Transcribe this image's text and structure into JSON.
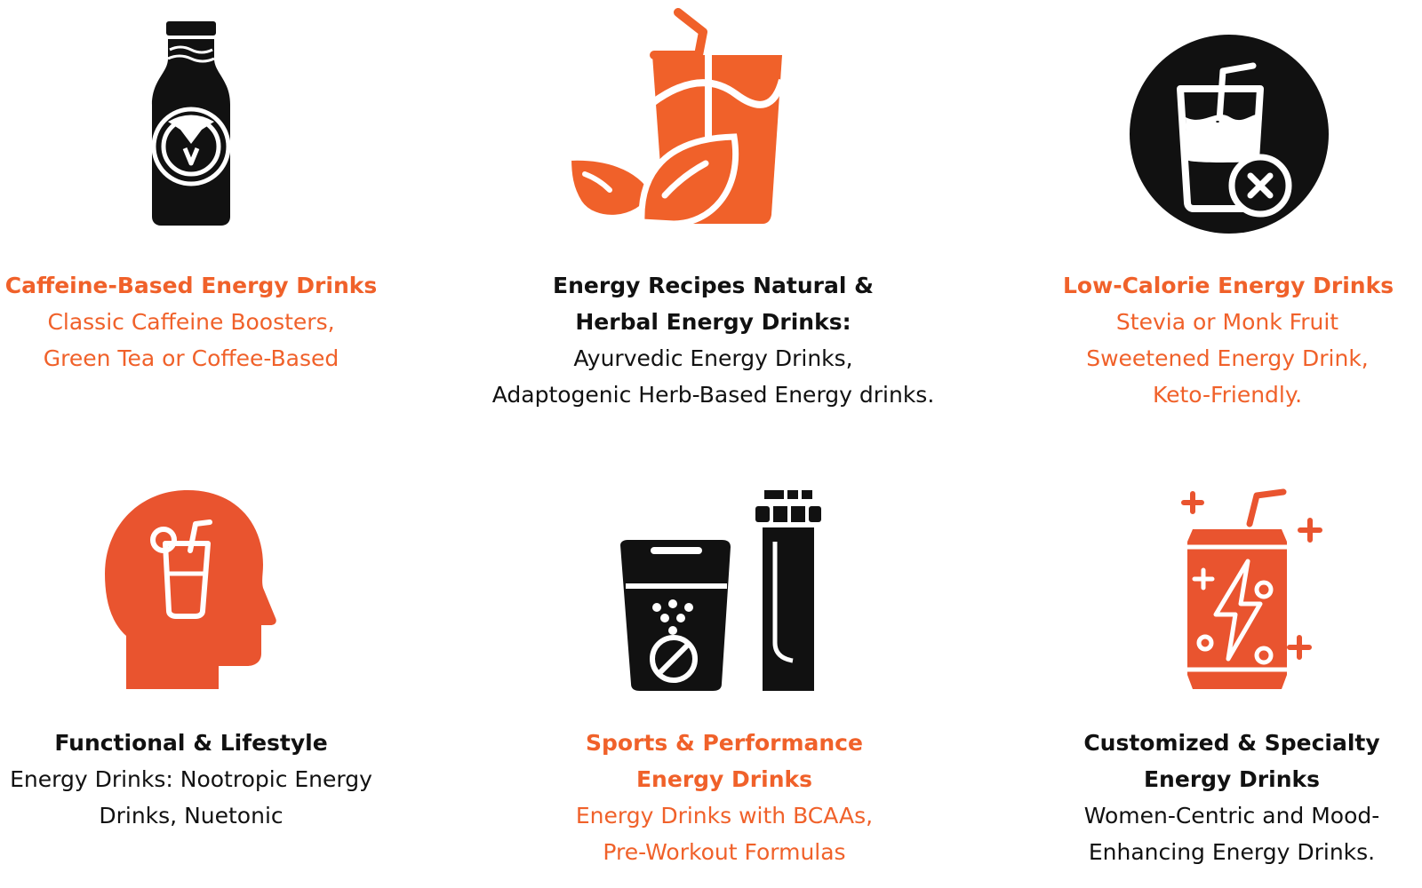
{
  "colors": {
    "accent": "#f0612a",
    "dark": "#111111",
    "background": "#ffffff"
  },
  "cards": [
    {
      "icon": "energy-bottle-icon",
      "color": "#f0612a",
      "title_lines": [
        "Caffeine-Based Energy Drinks"
      ],
      "body_lines": [
        "Classic Caffeine Boosters,",
        "Green Tea or Coffee-Based"
      ]
    },
    {
      "icon": "herbal-drink-leaves-icon",
      "color": "#111111",
      "title_lines": [
        "Energy Recipes Natural &",
        "Herbal Energy Drinks:"
      ],
      "body_lines": [
        "Ayurvedic Energy Drinks,",
        "Adaptogenic Herb-Based Energy drinks."
      ]
    },
    {
      "icon": "low-calorie-glass-icon",
      "color": "#f0612a",
      "title_lines": [
        "Low-Calorie Energy Drinks"
      ],
      "body_lines": [
        "Stevia or Monk Fruit",
        "Sweetened Energy Drink,",
        "Keto-Friendly."
      ]
    },
    {
      "icon": "head-drink-icon",
      "color": "#111111",
      "title_lines": [
        "Functional & Lifestyle"
      ],
      "body_lines": [
        "Energy Drinks: Nootropic Energy",
        "Drinks, Nuetonic"
      ]
    },
    {
      "icon": "effervescent-tablet-tube-icon",
      "color": "#f0612a",
      "title_lines": [
        "Sports & Performance",
        "Energy Drinks"
      ],
      "body_lines": [
        "Energy Drinks with BCAAs,",
        "Pre-Workout Formulas"
      ]
    },
    {
      "icon": "energy-can-icon",
      "color": "#111111",
      "title_lines": [
        "Customized & Specialty",
        "Energy Drinks"
      ],
      "body_lines": [
        "Women-Centric and Mood-",
        "Enhancing Energy Drinks."
      ]
    }
  ]
}
